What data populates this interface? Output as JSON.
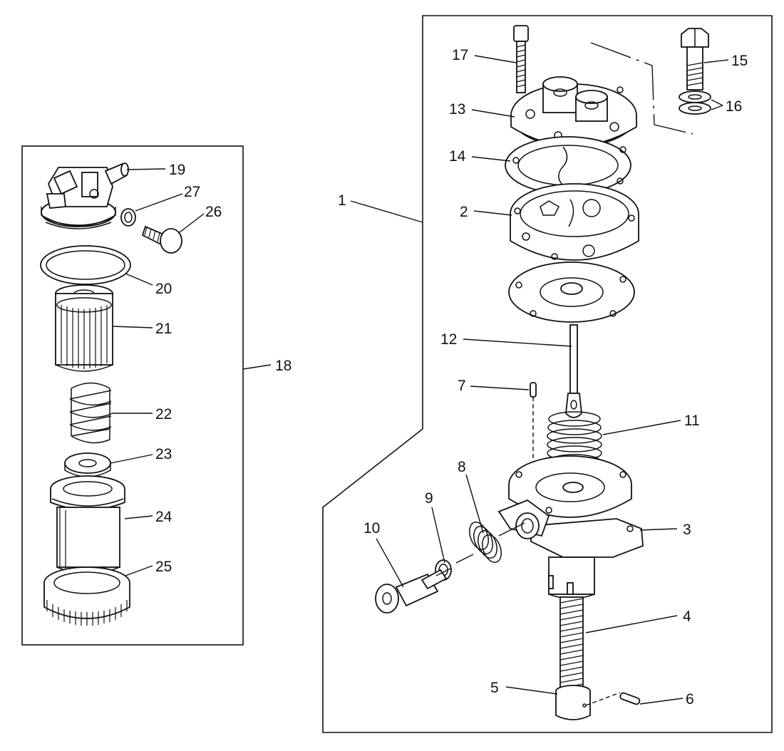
{
  "diagram": {
    "type": "exploded-parts-view",
    "groups": [
      {
        "id": "18",
        "contains": [
          "19",
          "20",
          "21",
          "22",
          "23",
          "24",
          "25",
          "26",
          "27"
        ]
      },
      {
        "id": "1",
        "contains": [
          "2",
          "3",
          "4",
          "5",
          "6",
          "7",
          "8",
          "9",
          "10",
          "11",
          "12",
          "13",
          "14",
          "15",
          "16",
          "17"
        ]
      }
    ],
    "callouts": {
      "c1": "1",
      "c2": "2",
      "c3": "3",
      "c4": "4",
      "c5": "5",
      "c6": "6",
      "c7": "7",
      "c8": "8",
      "c9": "9",
      "c10": "10",
      "c11": "11",
      "c12": "12",
      "c13": "13",
      "c14": "14",
      "c15": "15",
      "c16": "16",
      "c17": "17",
      "c18": "18",
      "c19": "19",
      "c20": "20",
      "c21": "21",
      "c22": "22",
      "c23": "23",
      "c24": "24",
      "c25": "25",
      "c26": "26",
      "c27": "27"
    },
    "colors": {
      "ink": "#111111",
      "paper": "#ffffff"
    }
  }
}
